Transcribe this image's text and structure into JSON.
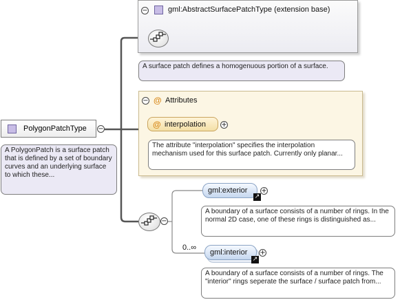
{
  "main_element": {
    "name": "PolygonPatchType",
    "annotation": "A PolygonPatch is a surface patch that is defined by a set of boundary curves and an underlying surface to which these..."
  },
  "extension": {
    "name": "gml:AbstractSurfacePatchType (extension base)",
    "annotation": "A surface patch defines a homogenuous portion of a surface."
  },
  "attributes": {
    "title": "Attributes",
    "at_symbol": "@",
    "items": [
      {
        "name": "interpolation",
        "annotation": "The attribute \"interpolation\" specifies the interpolation mechanism used for this surface patch. Currently only planar..."
      }
    ]
  },
  "sequence": {
    "children": [
      {
        "name": "gml:exterior",
        "annotation": "A boundary of a surface consists of a number of rings. In the normal 2D case, one of these rings is distinguished as..."
      },
      {
        "name": "gml:interior",
        "cardinality": "0..∞",
        "annotation": "A boundary of a surface consists of a number of rings. The \"interior\" rings seperate the surface / surface patch from..."
      }
    ]
  },
  "glyphs": {
    "collapse": "−",
    "expand": "+",
    "reference_arrow": "↗"
  },
  "icons": [
    "element-icon",
    "sequence-compositor-icon",
    "attribute-icon",
    "reference-arrow-icon",
    "collapse-icon",
    "expand-icon"
  ],
  "colors": {
    "element_lavender": "#c8bde6",
    "attribute_orange": "#d98a1c",
    "attributes_panel": "#fcf6e4",
    "child_pill_blue": "#c5d7ef"
  }
}
